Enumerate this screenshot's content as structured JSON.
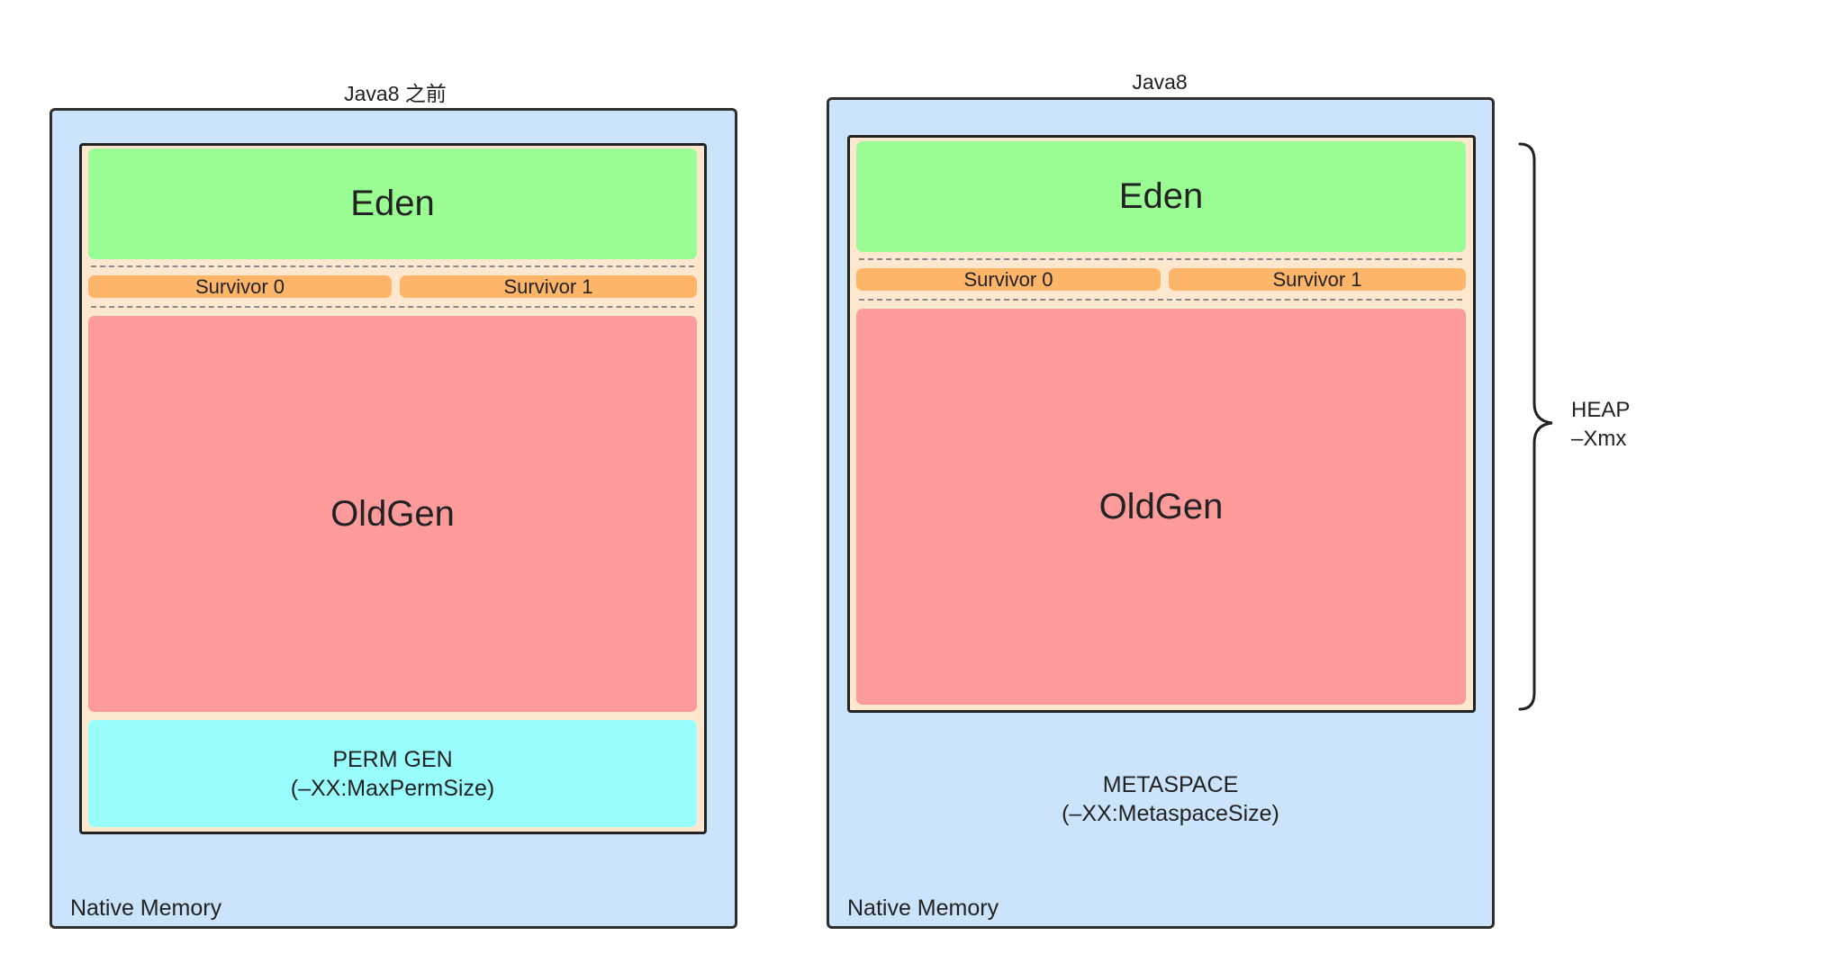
{
  "left": {
    "title": "Java8 之前",
    "eden": "Eden",
    "survivor0": "Survivor 0",
    "survivor1": "Survivor 1",
    "oldgen": "OldGen",
    "perm_line1": "PERM GEN",
    "perm_line2": "(–XX:MaxPermSize)",
    "native": "Native Memory"
  },
  "right": {
    "title": "Java8",
    "eden": "Eden",
    "survivor0": "Survivor 0",
    "survivor1": "Survivor 1",
    "oldgen": "OldGen",
    "meta_line1": "METASPACE",
    "meta_line2": "(–XX:MetaspaceSize)",
    "native": "Native Memory"
  },
  "heap": {
    "line1": "HEAP",
    "line2": "–Xmx"
  }
}
